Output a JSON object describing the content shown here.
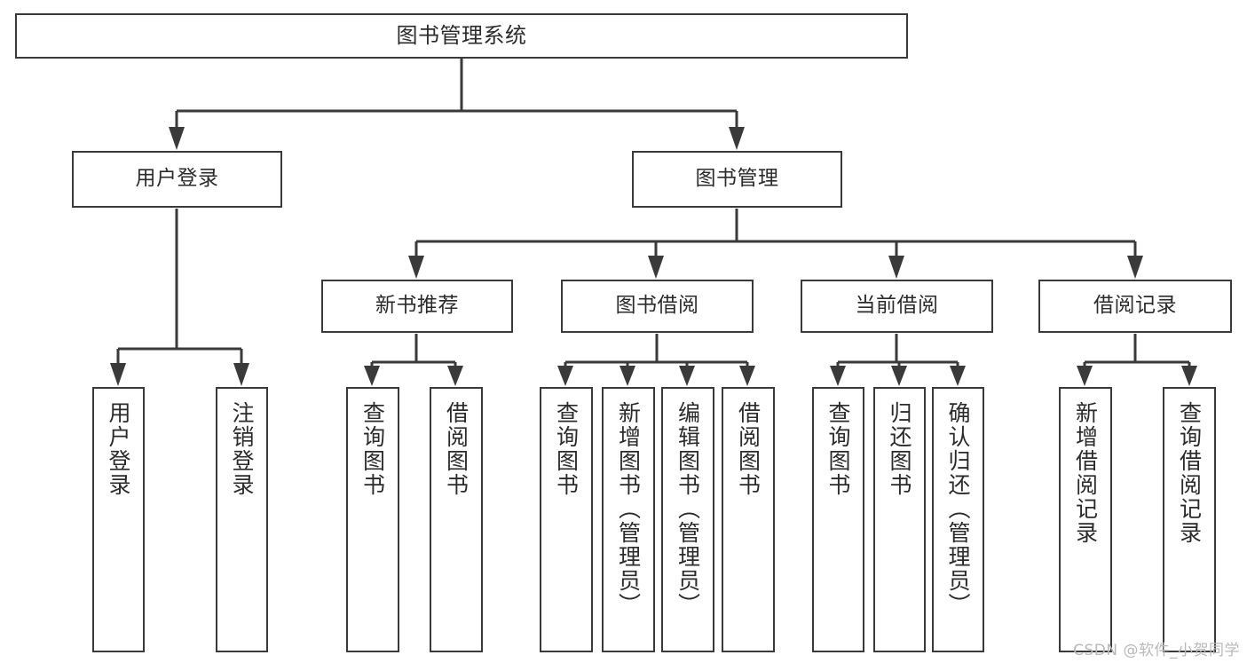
{
  "diagram": {
    "title": "图书管理系统",
    "type": "tree-hierarchy",
    "watermark": "CSDN @软件_小贺同学",
    "colors": {
      "stroke": "#3a3a3a",
      "fill": "#ffffff",
      "text": "#2b2b2b",
      "watermark": "#b9b9b9"
    },
    "nodes": {
      "root": "图书管理系统",
      "level2": {
        "user_login": "用户登录",
        "book_manage": "图书管理"
      },
      "level3": {
        "new_book_recommend": "新书推荐",
        "book_borrow": "图书借阅",
        "current_borrow": "当前借阅",
        "borrow_record": "借阅记录"
      },
      "leaves": {
        "user_login_children": [
          "用户登录",
          "注销登录"
        ],
        "new_book_recommend_children": [
          "查询图书",
          "借阅图书"
        ],
        "book_borrow_children": [
          "查询图书",
          "新增图书（管理员）",
          "编辑图书（管理员）",
          "借阅图书"
        ],
        "current_borrow_children": [
          "查询图书",
          "归还图书",
          "确认归还（管理员）"
        ],
        "borrow_record_children": [
          "新增借阅记录",
          "查询借阅记录"
        ]
      }
    }
  }
}
